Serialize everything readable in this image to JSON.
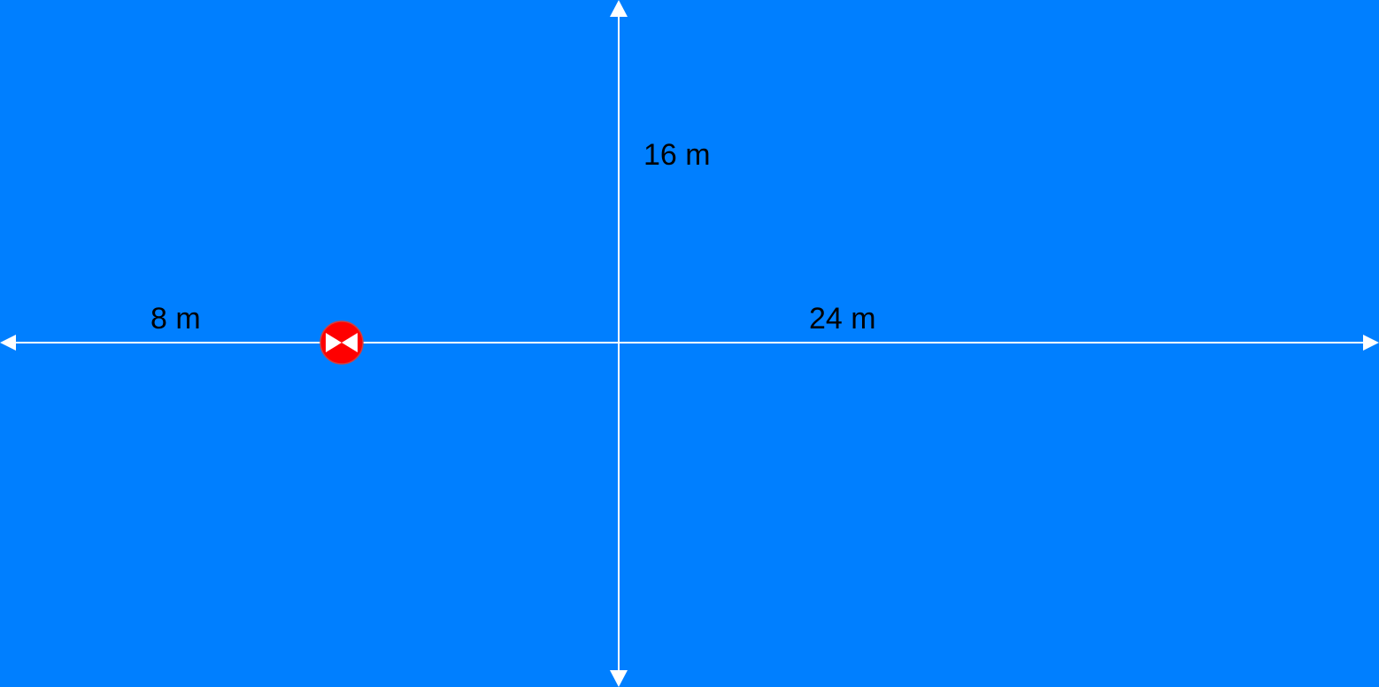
{
  "diagram": {
    "dimensions": {
      "height_label": "16 m",
      "left_label": "8 m",
      "right_label": "24 m"
    },
    "marker": {
      "icon": "red-circle-bowtie-icon",
      "fill_color": "#ff0000",
      "symbol_color": "#ffffff"
    },
    "colors": {
      "background": "#007fff",
      "lines": "#ffffff",
      "text": "#000000"
    }
  }
}
